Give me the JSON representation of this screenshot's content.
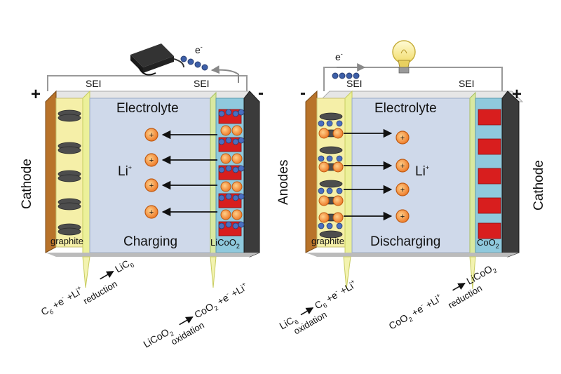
{
  "left_cell": {
    "positive_sign": "+",
    "negative_sign": "-",
    "side_label": "Cathode",
    "sei_left": "SEI",
    "sei_right": "SEI",
    "electrolyte": "Electrolyte",
    "ion_label": "Li",
    "ion_charge": "+",
    "electron_label": "e",
    "electron_charge": "-",
    "left_material": "graphite",
    "mode": "Charging",
    "right_material_main": "LiCoO",
    "right_material_sub": "2",
    "left_reaction": {
      "a": "C",
      "a_sub": "6",
      "b": " +e",
      "b_sup": "-",
      "c": " +Li",
      "c_sup": "+",
      "d": "LiC",
      "d_sub": "6",
      "note": "reduction"
    },
    "right_reaction": {
      "a": "LiCoO",
      "a_sub": "2",
      "b": "CoO",
      "b_sub": "2",
      "c": " +e",
      "c_sup": "-",
      "d": " +Li",
      "d_sup": "+",
      "note": "oxidation"
    }
  },
  "right_cell": {
    "negative_sign": "-",
    "positive_sign": "+",
    "left_side_label": "Anodes",
    "right_side_label": "Cathode",
    "sei_left": "SEI",
    "sei_right": "SEI",
    "electrolyte": "Electrolyte",
    "ion_label": "Li",
    "ion_charge": "+",
    "electron_label": "e",
    "electron_charge": "-",
    "left_material": "graphite",
    "mode": "Discharging",
    "right_material_main": "CoO",
    "right_material_sub": "2",
    "left_reaction": {
      "a": "LiC",
      "a_sub": "6",
      "b": "C",
      "b_sub": "6",
      "c": " +e",
      "c_sup": "-",
      "d": " +Li",
      "d_sup": "+",
      "note": "oxidation"
    },
    "right_reaction": {
      "a": "CoO",
      "a_sub": "2",
      "b": " +e",
      "b_sup": "-",
      "c": " +Li",
      "c_sup": "+",
      "d": "LiCoO",
      "d_sub": "2",
      "note": "reduction"
    }
  },
  "colors": {
    "electrolyte": "#cfd9ea",
    "graphite_layer": "#f5efa8",
    "copper_current_collector": "#b8732a",
    "sei_layer": "#ecf09a",
    "cathode_blue": "#8fc9dd",
    "dark_collector": "#3b3b3b",
    "ion_orange": "#f0883a",
    "electron_blue": "#3d5fa8",
    "cobalt_red": "#d81e1e"
  },
  "icons": [
    "charger-icon",
    "light-bulb-icon"
  ]
}
